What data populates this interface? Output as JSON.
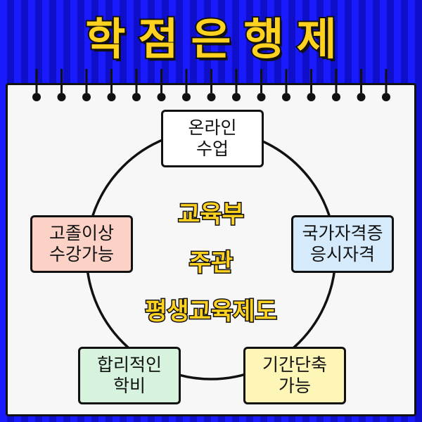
{
  "title": [
    "학",
    "점",
    "은",
    "행",
    "제"
  ],
  "center": {
    "line1": "교육부",
    "line2": "주관",
    "line3": "평생교육제도"
  },
  "boxes": {
    "online": "온라인\n수업",
    "highschool": "고졸이상\n수강가능",
    "certification": "국가자격증\n응시자격",
    "cost": "합리적인\n학비",
    "shortened": "기간단축\n가능"
  },
  "colors": {
    "title_text": "#ffd21f",
    "background": "#1a1aff",
    "online_box": "#ffffff",
    "highschool_box": "#fdd2c6",
    "certification_box": "#d5ebfb",
    "cost_box": "#d7f3de",
    "shortened_box": "#fdf6b6"
  }
}
